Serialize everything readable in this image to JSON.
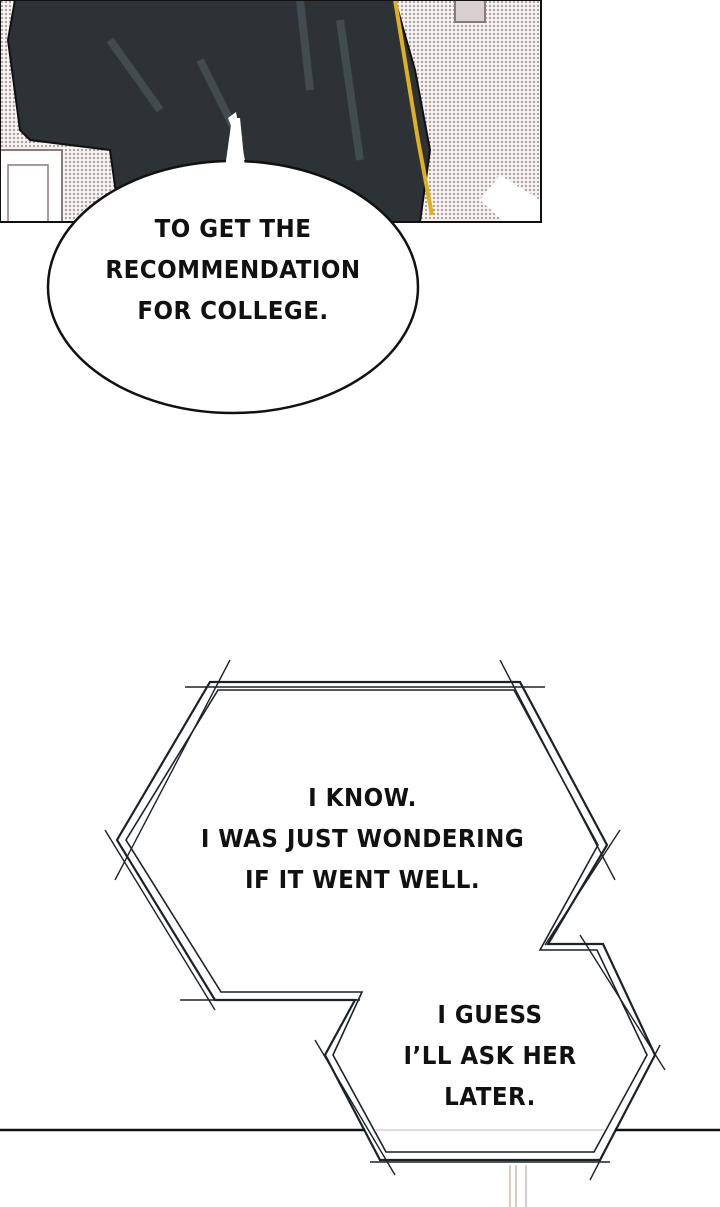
{
  "panels": {
    "bubble_1": {
      "lines": [
        "TO GET THE",
        "RECOMMENDATION",
        "FOR COLLEGE."
      ]
    },
    "bubble_2": {
      "lines": [
        "I KNOW.",
        "I WAS JUST WONDERING",
        "IF IT WENT WELL."
      ]
    },
    "bubble_3": {
      "lines": [
        "I GUESS",
        "I’LL ASK HER",
        "LATER."
      ]
    }
  },
  "colors": {
    "jacket": "#2c3236",
    "stripe": "#e0b020",
    "background_tone": "#e8e2e2",
    "ink": "#111111"
  }
}
